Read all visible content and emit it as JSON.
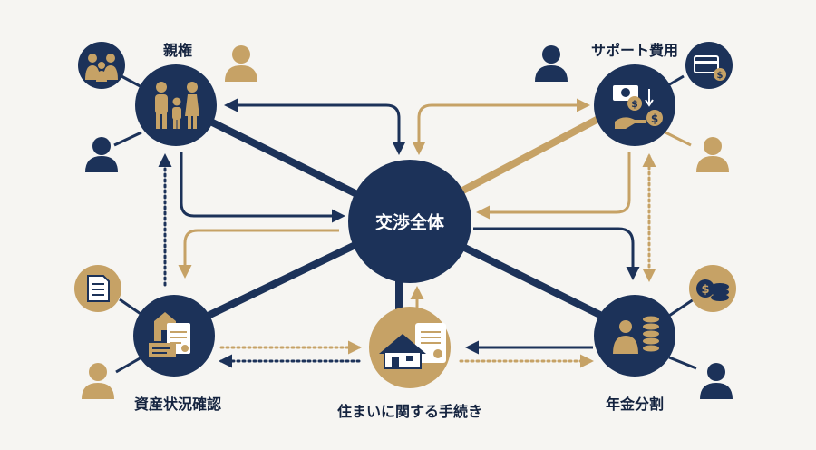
{
  "diagram": {
    "center": {
      "label": "交渉全体"
    },
    "nodes": {
      "custody": {
        "label": "親権",
        "icon": "family-icon"
      },
      "support": {
        "label": "サポート費用",
        "icon": "money-transfer-icon"
      },
      "assets": {
        "label": "資産状況確認",
        "icon": "house-document-icon"
      },
      "housing": {
        "label": "住まいに関する手続き",
        "icon": "house-document-icon"
      },
      "pension": {
        "label": "年金分割",
        "icon": "coin-stack-person-icon"
      }
    }
  },
  "colors": {
    "navy": "#1c3259",
    "gold": "#c6a266",
    "text": "#14233f",
    "background": "#f6f5f2"
  }
}
